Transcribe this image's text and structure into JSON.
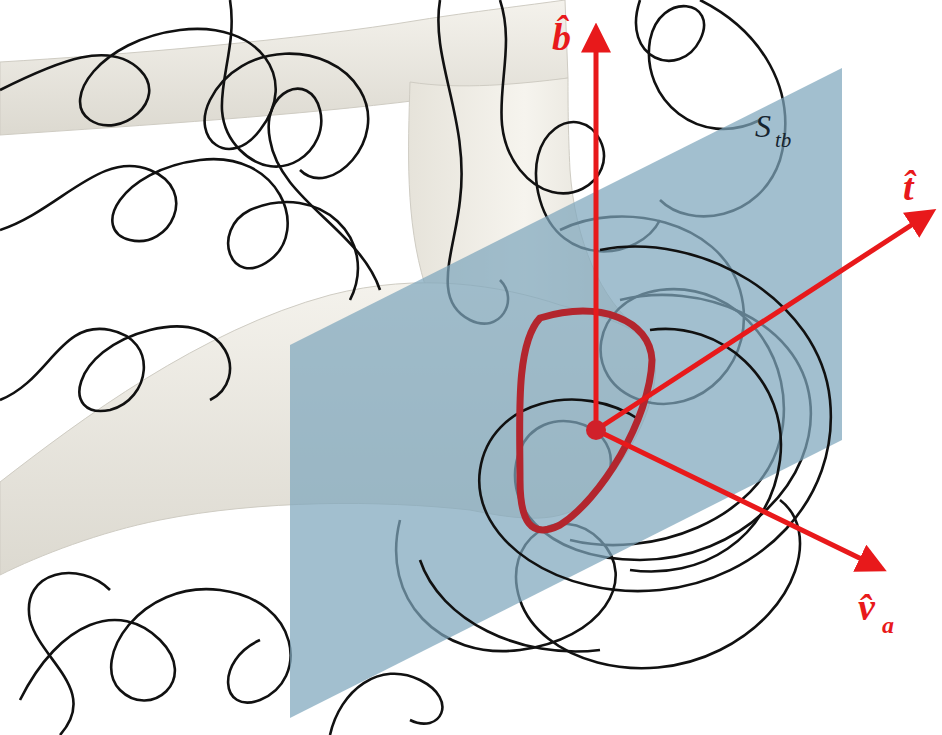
{
  "diagram": {
    "labels": [
      "b̂",
      "S",
      "tb",
      "t̂",
      "v̂",
      "a"
    ]
  }
}
